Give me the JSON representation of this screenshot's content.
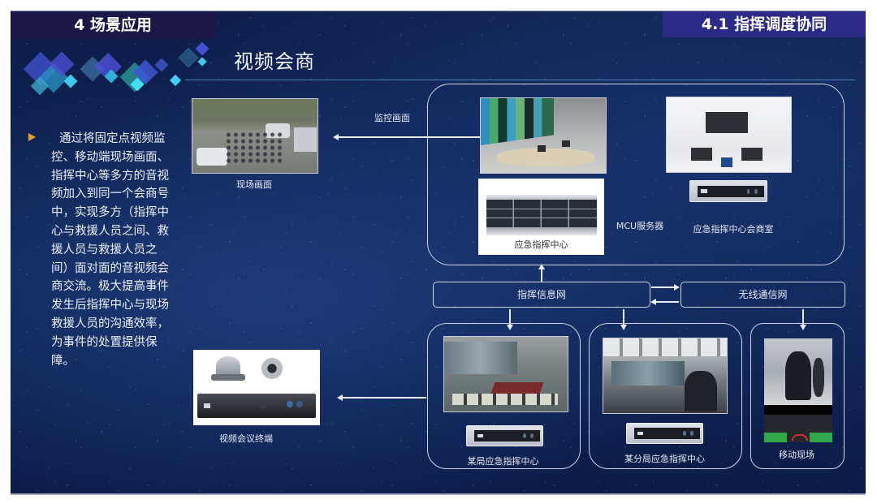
{
  "header": {
    "section_label": "4 场景应用",
    "subsection_label": "4.1 指挥调度协同"
  },
  "page": {
    "title": "视频会商"
  },
  "description": {
    "bullet_text": "通过将固定点视频监控、移动端现场画面、指挥中心等多方的音视频加入到同一个会商号中，实现多方（指挥中心与救援人员之间、救援人员与救援人员之间）面对面的音视频会商交流。极大提高事件发生后指挥中心与现场救援人员的沟通效率，为事件的处置提供保障。"
  },
  "diagram": {
    "field_image": {
      "caption": "现场画面"
    },
    "monitor_arrow_label": "监控画面",
    "terminal_image": {
      "caption": "视频会议终端"
    },
    "hq_group": {
      "server_caption": "应急指挥中心",
      "mcu_label": "MCU服务器",
      "meeting_room_caption": "应急指挥中心会商室"
    },
    "networks": {
      "command_network": "指挥信息网",
      "wireless_network": "无线通信网"
    },
    "sites": [
      {
        "caption": "某局应急指挥中心"
      },
      {
        "caption": "某分局应急指挥中心"
      },
      {
        "caption": "移动现场"
      }
    ]
  },
  "colors": {
    "background": "#0f2356",
    "header_left": "#1b1848",
    "header_right": "#2b2a86",
    "bullet": "#e6a11e",
    "line": "#e8ecf7"
  }
}
